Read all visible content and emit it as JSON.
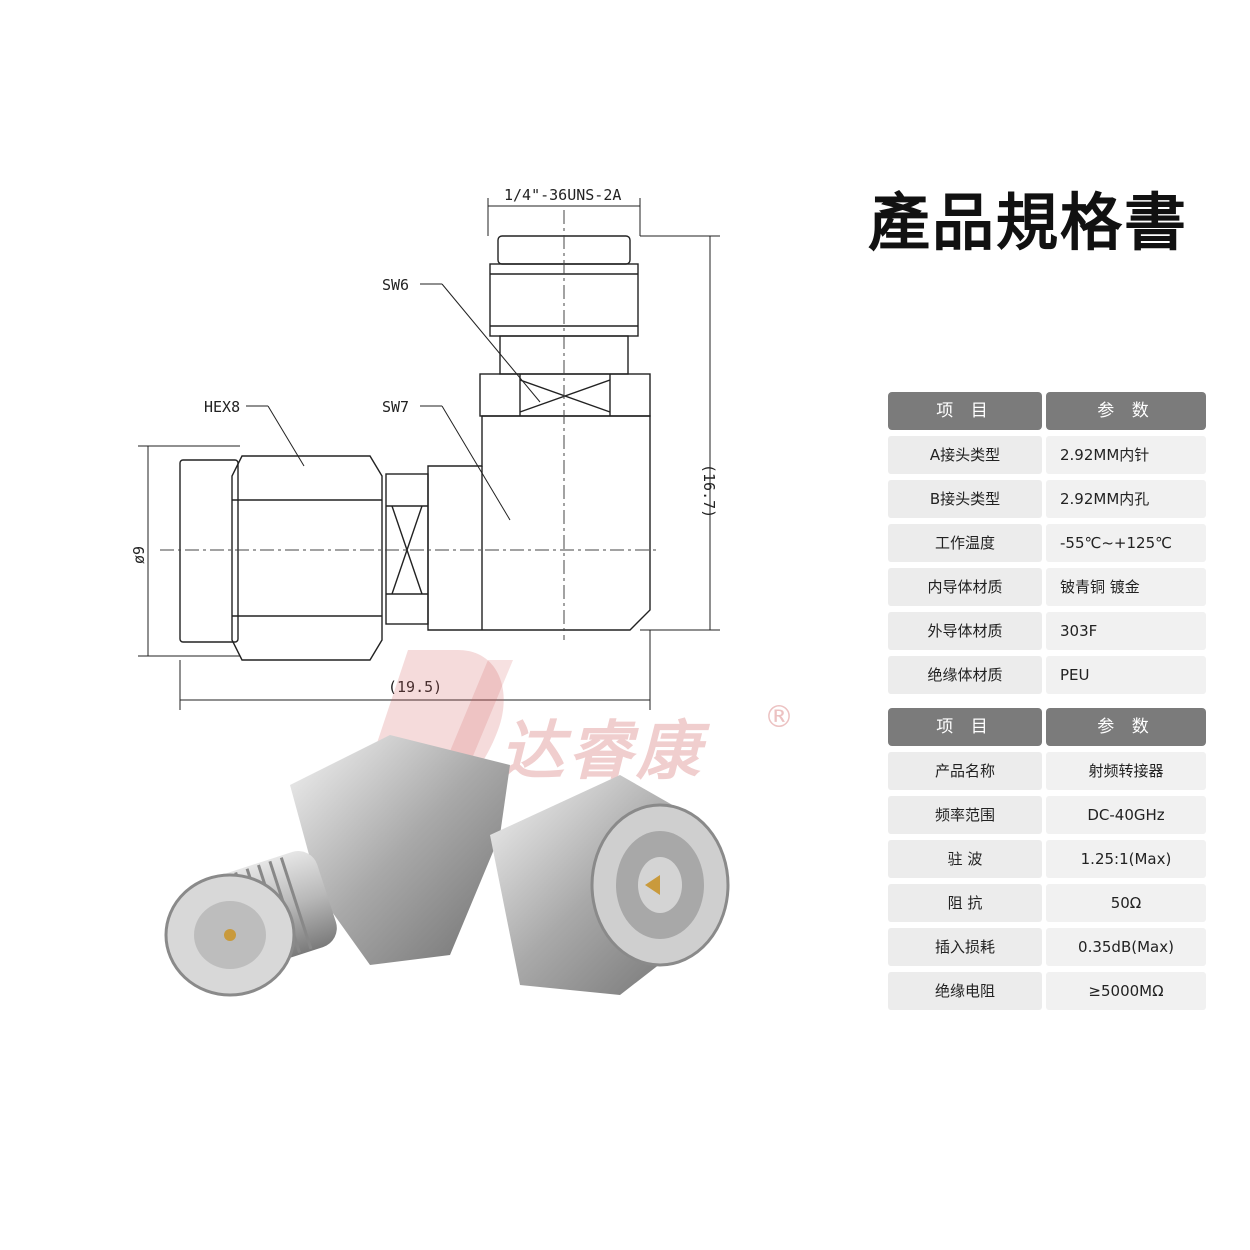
{
  "title": "產品規格書",
  "drawing": {
    "thread_label": "1/4\"-36UNS-2A",
    "sw6_label": "SW6",
    "sw7_label": "SW7",
    "hex8_label": "HEX8",
    "diameter_label": "ø9",
    "height_label": "(16.7)",
    "width_label": "(19.5)"
  },
  "watermark": {
    "brand": "达睿康",
    "registered": "®"
  },
  "spec_table_1": {
    "header": {
      "item": "项 目",
      "param": "参 数"
    },
    "rows": [
      {
        "key": "A接头类型",
        "value": "2.92MM内针"
      },
      {
        "key": "B接头类型",
        "value": "2.92MM内孔"
      },
      {
        "key": "工作温度",
        "value": "-55℃~+125℃"
      },
      {
        "key": "内导体材质",
        "value": "铍青铜 镀金"
      },
      {
        "key": "外导体材质",
        "value": "303F"
      },
      {
        "key": "绝缘体材质",
        "value": "PEU"
      }
    ]
  },
  "spec_table_2": {
    "header": {
      "item": "项 目",
      "param": "参 数"
    },
    "rows": [
      {
        "key": "产品名称",
        "value": "射频转接器"
      },
      {
        "key": "频率范围",
        "value": "DC-40GHz"
      },
      {
        "key": "驻 波",
        "value": "1.25:1(Max)"
      },
      {
        "key": "阻 抗",
        "value": "50Ω"
      },
      {
        "key": "插入损耗",
        "value": "0.35dB(Max)"
      },
      {
        "key": "绝缘电阻",
        "value": "≥5000MΩ"
      }
    ]
  },
  "colors": {
    "header_bg": "#7b7b7b",
    "cell_bg": "#ececec",
    "watermark": "#c85050"
  }
}
